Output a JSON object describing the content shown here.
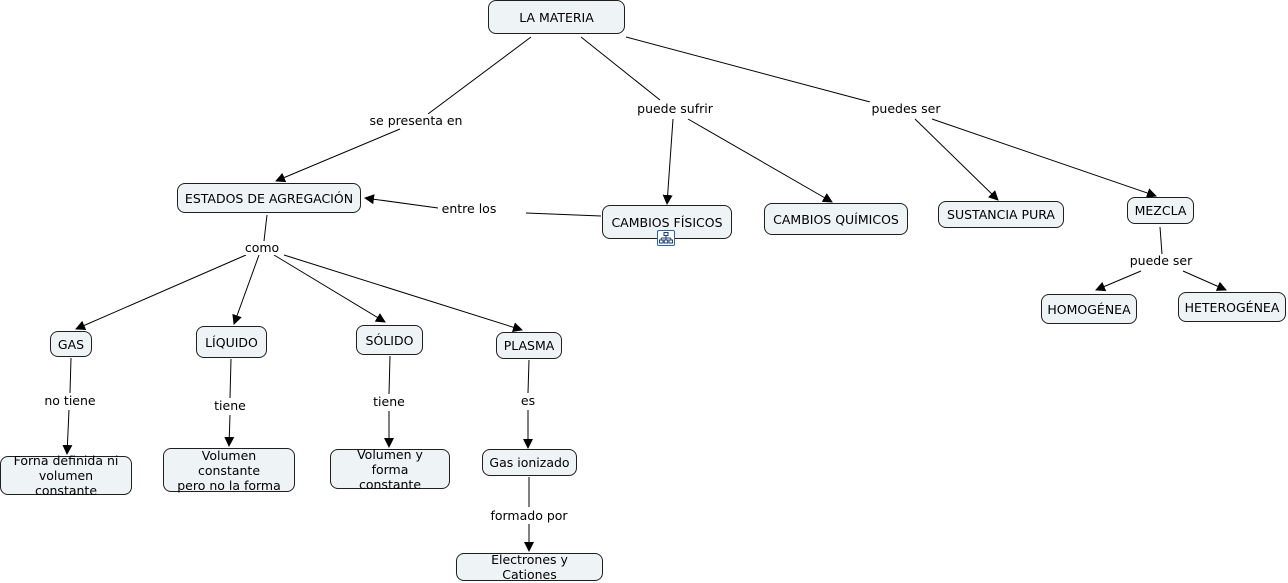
{
  "concept_map": {
    "nodes": {
      "materia": "LA MATERIA",
      "estados": "ESTADOS DE AGREGACIÓN",
      "cambios_fisicos": "CAMBIOS FÍSICOS",
      "cambios_quimicos": "CAMBIOS QUÍMICOS",
      "sustancia_pura": "SUSTANCIA PURA",
      "mezcla": "MEZCLA",
      "homogenea": "HOMOGÉNEA",
      "heterogenea": "HETEROGÉNEA",
      "gas": "GAS",
      "liquido": "LÍQUIDO",
      "solido": "SÓLIDO",
      "plasma": "PLASMA",
      "forma_definida": "Forna definida ni\nvolumen constante",
      "volumen_constante": "Volumen constante\npero no la forma",
      "volumen_forma": "Volumen y forma\nconstante",
      "gas_ionizado": "Gas ionizado",
      "electrones": "Electrones y Cationes"
    },
    "links": {
      "se_presenta_en": "se presenta en",
      "puede_sufrir": "puede sufrir",
      "puedes_ser": "puedes ser",
      "entre_los": "entre los",
      "como": "como",
      "puede_ser": "puede ser",
      "no_tiene": "no tiene",
      "tiene_liquido": "tiene",
      "tiene_solido": "tiene",
      "es": "es",
      "formado_por": "formado por"
    },
    "icons": {
      "submap": "submap-icon"
    },
    "colors": {
      "node_fill": "#eef3f6",
      "node_border": "#1f1f1f",
      "line": "#000000",
      "icon": "#2a62b5"
    }
  }
}
